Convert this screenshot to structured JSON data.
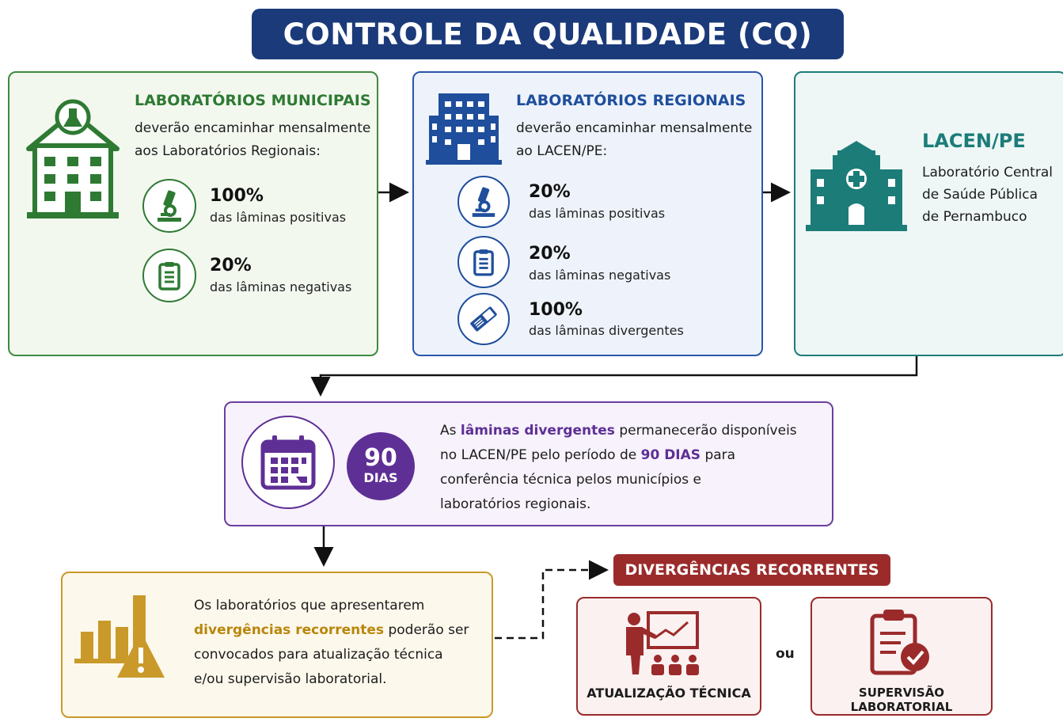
{
  "title": "CONTROLE DA QUALIDADE (CQ)",
  "municipal": {
    "heading": "LABORATÓRIOS MUNICIPAIS",
    "desc_line1": "deverão encaminhar mensalmente",
    "desc_line2": "aos Laboratórios Regionais:",
    "items": [
      {
        "value": "100%",
        "label": "das lâminas positivas",
        "icon": "microscope-icon"
      },
      {
        "value": "20%",
        "label": "das lâminas negativas",
        "icon": "clipboard-icon"
      }
    ]
  },
  "regional": {
    "heading": "LABORATÓRIOS REGIONAIS",
    "desc_line1": "deverão encaminhar mensalmente",
    "desc_line2": "ao LACEN/PE:",
    "items": [
      {
        "value": "20%",
        "label": "das lâminas positivas",
        "icon": "microscope-icon"
      },
      {
        "value": "20%",
        "label": "das lâminas negativas",
        "icon": "clipboard-icon"
      },
      {
        "value": "100%",
        "label": "das lâminas divergentes",
        "icon": "slide-icon"
      }
    ]
  },
  "lacen": {
    "heading": "LACEN/PE",
    "line1": "Laboratório Central",
    "line2": "de Saúde Pública",
    "line3": "de Pernambuco"
  },
  "retention": {
    "badge_number": "90",
    "badge_unit": "DIAS",
    "l1_a": "As ",
    "l1_b": "lâminas divergentes",
    "l1_c": " permanecerão disponíveis",
    "l2_a": "no LACEN/PE pelo período de ",
    "l2_b": "90 DIAS",
    "l2_c": " para",
    "l3": "conferência técnica pelos municípios e",
    "l4": "laboratórios regionais."
  },
  "recurrent": {
    "l1": "Os laboratórios que apresentarem",
    "l2_b": "divergências recorrentes",
    "l2_c": " poderão ser",
    "l3": "convocados para atualização técnica",
    "l4": "e/ou supervisão laboratorial."
  },
  "divergencias": {
    "tag": "DIVERGÊNCIAS RECORRENTES",
    "option1": "ATUALIZAÇÃO TÉCNICA",
    "or": "ou",
    "option2": "SUPERVISÃO LABORATORIAL"
  },
  "colors": {
    "navy": "#1b3a7a",
    "green": "#2e7a33",
    "blue": "#1f4e9c",
    "teal": "#1c7c78",
    "purple": "#5e2f95",
    "gold": "#b8860b",
    "red": "#9b2b2b"
  }
}
